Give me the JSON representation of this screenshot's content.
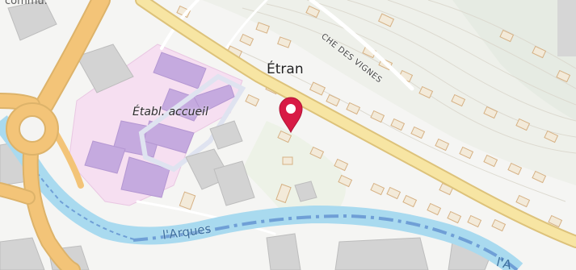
{
  "map": {
    "labels": {
      "top_left": "commu.",
      "place": "Étran",
      "facility": "Établ. accueil",
      "street": "CHE DES VIGNES",
      "river": "l'Arques",
      "river_edge": "l'A"
    },
    "marker_icon": "map-pin-icon",
    "colors": {
      "main_road": "#f7e5a3",
      "main_road_casing": "#ddc27a",
      "orange_road": "#f3c478",
      "river": "#a9daef",
      "river_dash": "#6f9fd6",
      "facility_area": "#f3d8ee",
      "building_purple": "#c3a8dd",
      "building_gray": "#d2d2d2",
      "building_outline": "#d9b58a",
      "marker": "#d81b45",
      "vegetation": "#e7eee1"
    }
  }
}
